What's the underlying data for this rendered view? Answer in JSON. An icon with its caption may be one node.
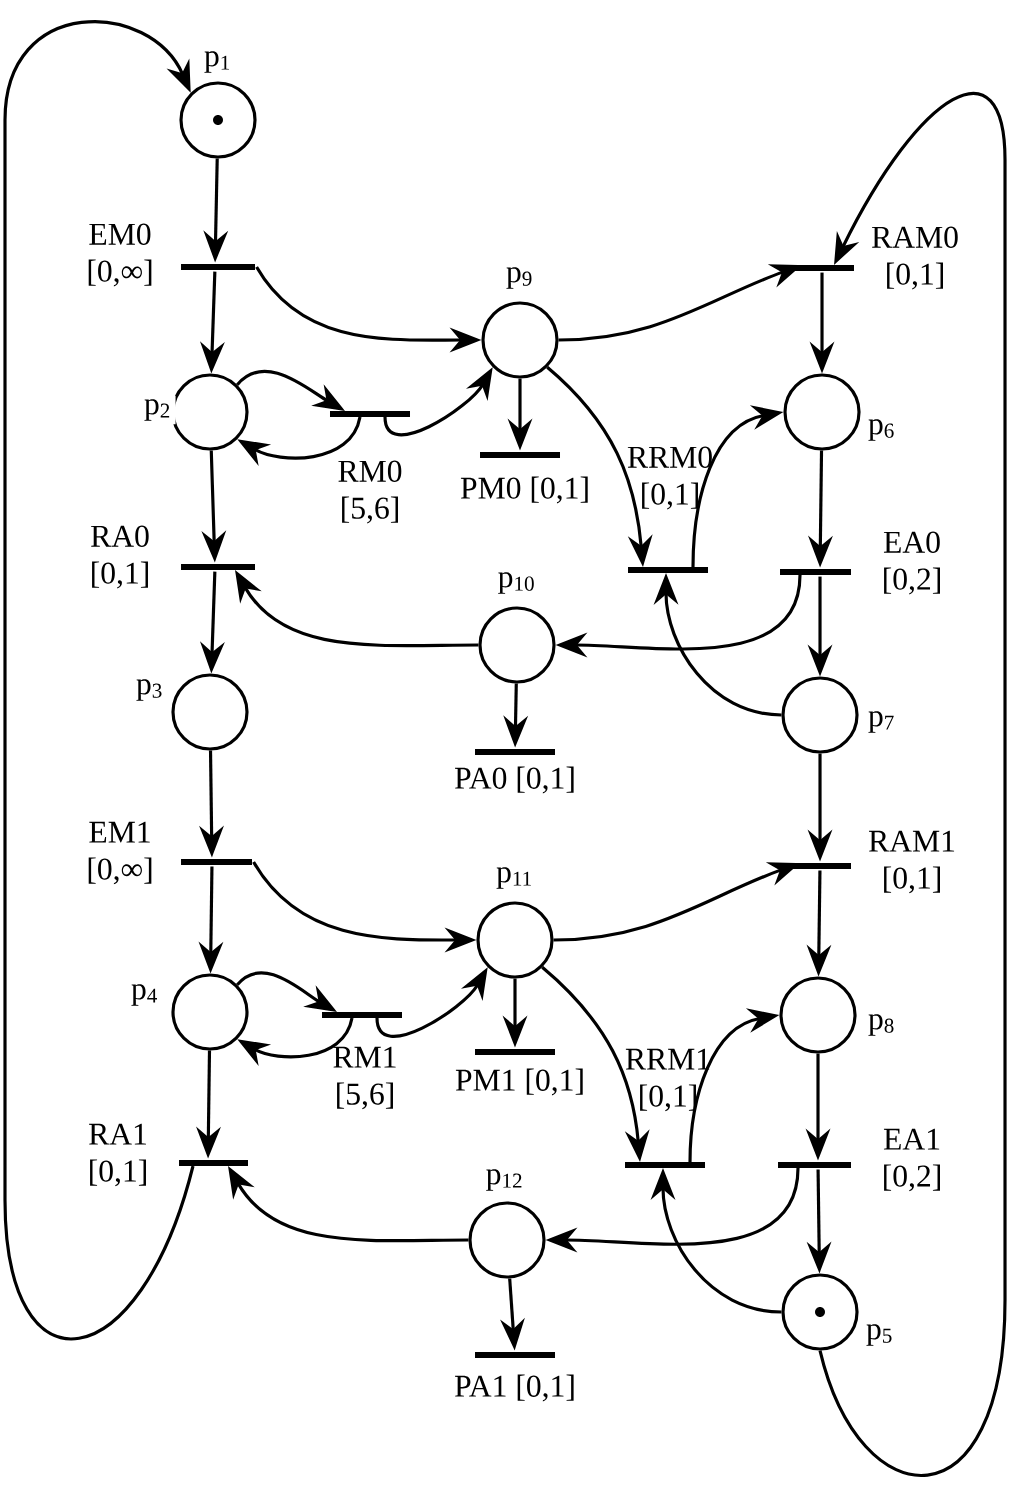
{
  "diagram": {
    "nodes": [
      {
        "text": [
          "p$_{1}$"
        ]
      },
      {
        "text": [
          "p$_{2}$"
        ]
      },
      {
        "text": [
          "p$_{3}$"
        ]
      },
      {
        "text": [
          "p$_{4}$"
        ]
      },
      {
        "text": [
          "p$_{5}$"
        ]
      },
      {
        "text": [
          "p$_{6}$"
        ]
      },
      {
        "text": [
          "p$_{7}$"
        ]
      },
      {
        "text": [
          "p$_{8}$"
        ]
      },
      {
        "text": [
          "p$_{9}$"
        ]
      },
      {
        "text": [
          "p$_{10}$"
        ]
      },
      {
        "text": [
          "p$_{11}$"
        ]
      },
      {
        "text": [
          "p$_{12}$"
        ]
      },
      {
        "text": [
          "EM0 [0,∞]"
        ]
      },
      {
        "text": [
          "RM0 [5,6]"
        ]
      },
      {
        "text": [
          "RA0 [0,1]"
        ]
      },
      {
        "text": [
          "EM1 [0,∞]"
        ]
      },
      {
        "text": [
          "RM1 [5,6]"
        ]
      },
      {
        "text": [
          "RA1 [0,1]"
        ]
      },
      {
        "text": [
          "RAM0 [0,1]"
        ]
      },
      {
        "text": [
          "PM0 [0,1]"
        ]
      },
      {
        "text": [
          "RRM0 [0,1]"
        ]
      },
      {
        "text": [
          "EA0 [0,2]"
        ]
      },
      {
        "text": [
          "PA0 [0,1]"
        ]
      },
      {
        "text": [
          "RAM1 [0,1]"
        ]
      },
      {
        "text": [
          "PM1 [0,1]"
        ]
      },
      {
        "text": [
          "RRM1 [0,1]"
        ]
      },
      {
        "text": [
          "EA1 [0,2]"
        ]
      },
      {
        "text": [
          "PA1 [0,1]"
        ]
      }
    ],
    "edges": [
      {
        "from": 0,
        "to": 12,
        "arrow": "to"
      },
      {
        "from": 12,
        "to": 1,
        "arrow": "to"
      },
      {
        "from": 12,
        "to": 8,
        "arrow": "to"
      },
      {
        "from": 1,
        "to": 13,
        "arrow": "to"
      },
      {
        "from": 13,
        "to": 1,
        "arrow": "to"
      },
      {
        "from": 13,
        "to": 8,
        "arrow": "to"
      },
      {
        "from": 1,
        "to": 14,
        "arrow": "to"
      },
      {
        "from": 14,
        "to": 2,
        "arrow": "to"
      },
      {
        "from": 9,
        "to": 14,
        "arrow": "to"
      },
      {
        "from": 2,
        "to": 15,
        "arrow": "to"
      },
      {
        "from": 15,
        "to": 3,
        "arrow": "to"
      },
      {
        "from": 15,
        "to": 10,
        "arrow": "to"
      },
      {
        "from": 3,
        "to": 16,
        "arrow": "to"
      },
      {
        "from": 16,
        "to": 3,
        "arrow": "to"
      },
      {
        "from": 16,
        "to": 10,
        "arrow": "to"
      },
      {
        "from": 3,
        "to": 17,
        "arrow": "to"
      },
      {
        "from": 11,
        "to": 17,
        "arrow": "to"
      },
      {
        "from": 17,
        "to": 0,
        "arrow": "to"
      },
      {
        "from": 8,
        "to": 18,
        "arrow": "to"
      },
      {
        "from": 8,
        "to": 19,
        "arrow": "to"
      },
      {
        "from": 8,
        "to": 20,
        "arrow": "to"
      },
      {
        "from": 20,
        "to": 5,
        "arrow": "to"
      },
      {
        "from": 18,
        "to": 5,
        "arrow": "to"
      },
      {
        "from": 5,
        "to": 21,
        "arrow": "to"
      },
      {
        "from": 21,
        "to": 9,
        "arrow": "to"
      },
      {
        "from": 21,
        "to": 6,
        "arrow": "to"
      },
      {
        "from": 6,
        "to": 20,
        "arrow": "to"
      },
      {
        "from": 9,
        "to": 22,
        "arrow": "to"
      },
      {
        "from": 6,
        "to": 23,
        "arrow": "to"
      },
      {
        "from": 10,
        "to": 23,
        "arrow": "to"
      },
      {
        "from": 10,
        "to": 24,
        "arrow": "to"
      },
      {
        "from": 10,
        "to": 25,
        "arrow": "to"
      },
      {
        "from": 25,
        "to": 7,
        "arrow": "to"
      },
      {
        "from": 23,
        "to": 7,
        "arrow": "to"
      },
      {
        "from": 7,
        "to": 26,
        "arrow": "to"
      },
      {
        "from": 26,
        "to": 11,
        "arrow": "to"
      },
      {
        "from": 26,
        "to": 4,
        "arrow": "to"
      },
      {
        "from": 4,
        "to": 25,
        "arrow": "to"
      },
      {
        "from": 11,
        "to": 27,
        "arrow": "to"
      },
      {
        "from": 4,
        "to": 18,
        "arrow": "to"
      }
    ]
  }
}
